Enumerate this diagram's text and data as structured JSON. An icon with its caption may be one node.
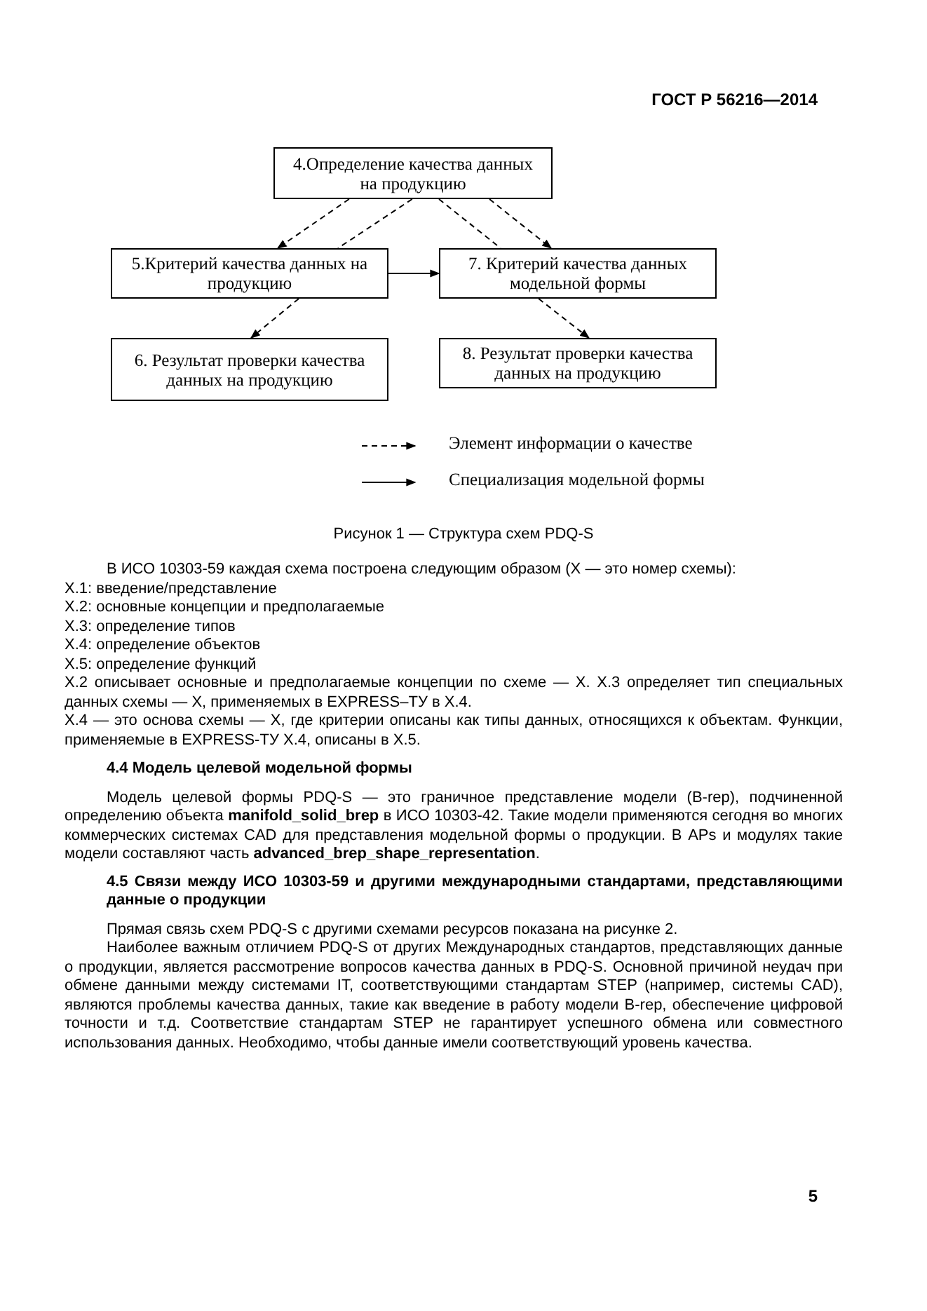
{
  "diagram": {
    "caption": "Рисунок 1 — Структура схем PDQ-S",
    "nodes": [
      {
        "text": [
          "4.Определение качества данных на продукцию"
        ]
      },
      {
        "text": [
          "5.Критерий качества данных на продукцию"
        ]
      },
      {
        "text": [
          "7. Критерий качества данных модельной формы"
        ]
      },
      {
        "text": [
          "6. Результат проверки качества данных на продукцию"
        ]
      },
      {
        "text": [
          "8. Результат проверки качества данных на продукцию"
        ]
      }
    ],
    "edges": [
      {
        "from": 0,
        "to": 1,
        "arrow": "to",
        "style": "dashed"
      },
      {
        "from": 0,
        "to": 2,
        "arrow": "to",
        "style": "dashed"
      },
      {
        "from": 0,
        "to": 1,
        "arrow": "none",
        "style": "dashed"
      },
      {
        "from": 0,
        "to": 2,
        "arrow": "none",
        "style": "dashed"
      },
      {
        "from": 1,
        "to": 2,
        "arrow": "to"
      },
      {
        "from": 1,
        "to": 3,
        "arrow": "to",
        "style": "dashed"
      },
      {
        "from": 2,
        "to": 4,
        "arrow": "to",
        "style": "dashed"
      }
    ],
    "labels": [
      "ГОСТ Р 56216—2014",
      "В ИСО 10303-59 каждая схема построена следующим образом (X — это номер схемы):",
      "X.1: введение/представление",
      "X.2: основные концепции и предполагаемые",
      "X.3: определение типов",
      "X.4: определение объектов",
      "X.5: определение функций",
      "X.2 описывает основные и предполагаемые концепции по схеме — X. X.3 определяет тип специальных данных схемы — X, применяемых в EXPRESS–ТУ в X.4.",
      "X.4 — это основа схемы — X, где критерии описаны как типы данных, относящихся к объектам. Функции, применяемые в EXPRESS-ТУ X.4, описаны в X.5.",
      "4.4 Модель целевой модельной формы",
      "Модель целевой формы PDQ-S — это граничное представление модели (B-rep), подчиненной определению объекта **manifold_solid_brep** в ИСО 10303-42. Такие модели применяются сегодня во многих коммерческих системах CAD для представления модельной формы о продукции. В APs и модулях такие модели составляют часть **advanced_brep_shape_representation**.",
      "4.5 Связи между ИСО 10303-59 и другими международными стандартами, представляющими данные о продукции",
      "Прямая связь схем PDQ-S с другими схемами ресурсов показана на рисунке 2.",
      "Наиболее важным отличием PDQ-S от других Международных стандартов, представляющих данные о продукции, является рассмотрение вопросов качества данных в PDQ-S. Основной причиной неудач при обмене данными между системами IT, соответствующими стандартам STEP (например, системы CAD), являются проблемы качества данных, такие как введение в работу модели B-rep, обеспечение цифровой точности и т.д. Соответствие стандартам STEP не гарантирует успешного обмена или совместного использования данных. Необходимо, чтобы данные имели соответствующий уровень качества.",
      "5"
    ],
    "legend": [
      {
        "text": "Элемент информации о качестве"
      },
      {
        "text": "Специализация модельной формы"
      }
    ]
  }
}
